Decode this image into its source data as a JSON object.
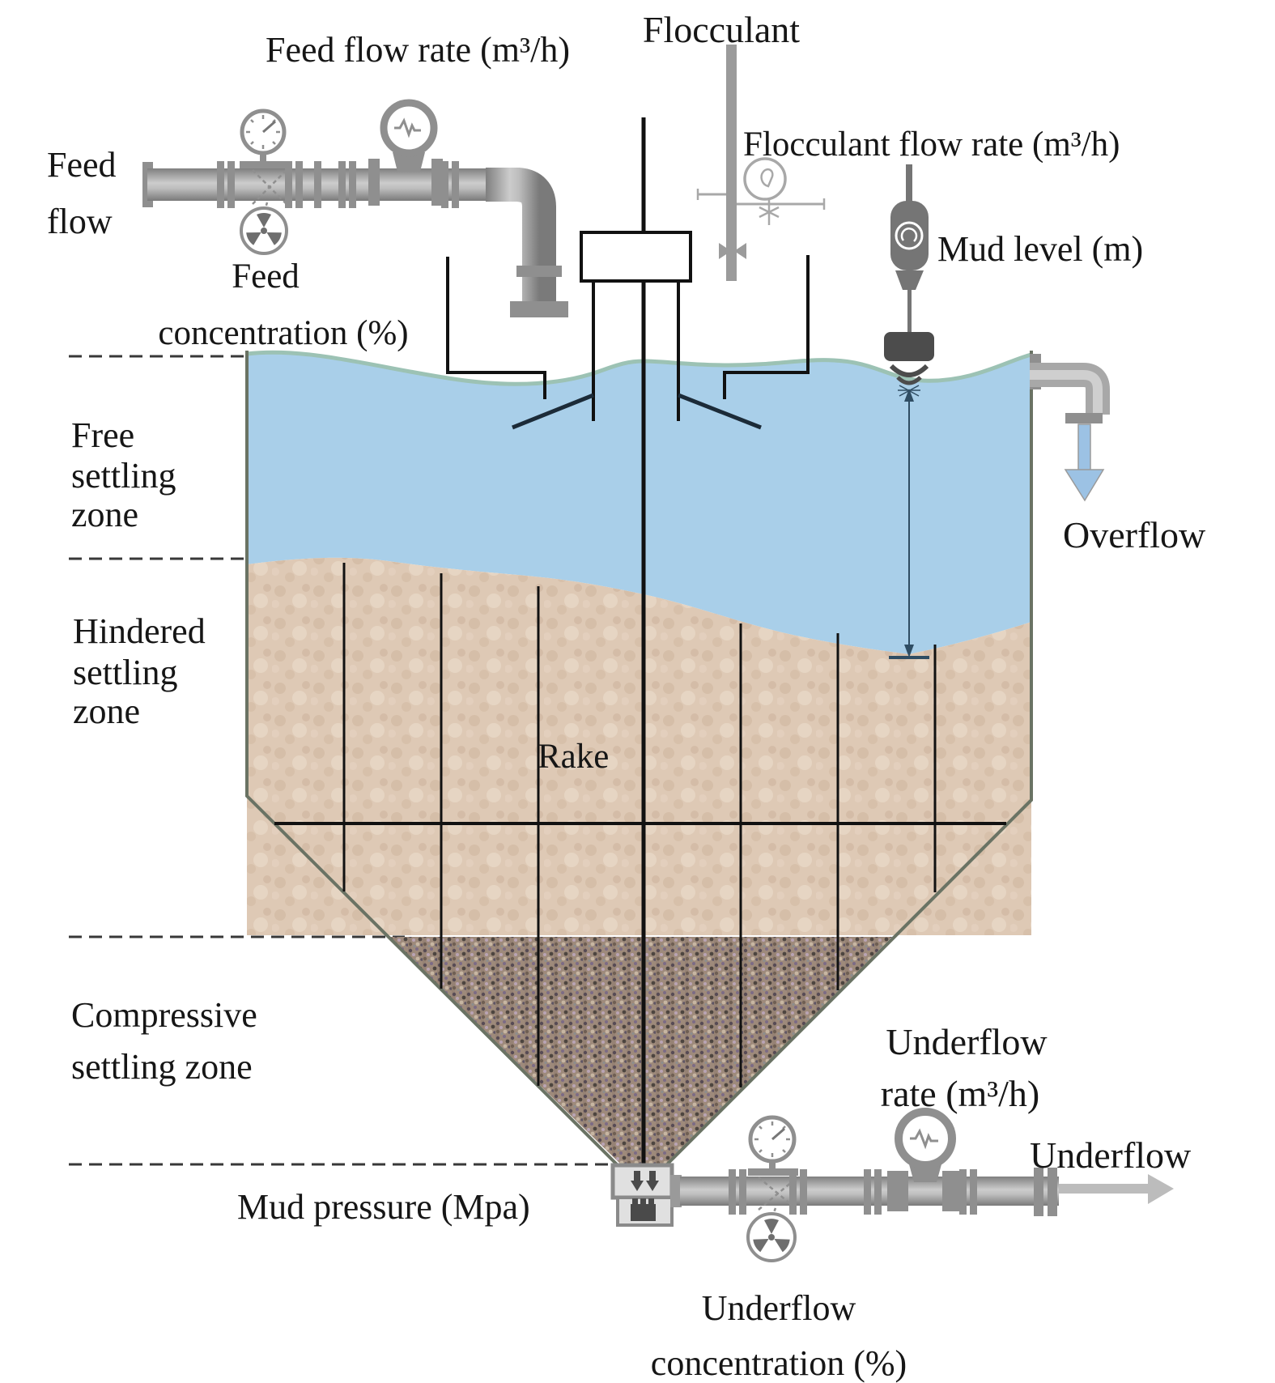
{
  "labels": {
    "feed_flow_rate": "Feed flow rate (m³/h)",
    "flocculant": "Flocculant",
    "flocculant_flow_rate": "Flocculant flow rate (m³/h)",
    "mud_level": "Mud level (m)",
    "feed_flow_l1": "Feed",
    "feed_flow_l2": "flow",
    "feed_conc_l1": "Feed",
    "feed_conc_l2": "concentration (%)",
    "overflow": "Overflow",
    "free_zone_l1": "Free",
    "free_zone_l2": "settling",
    "free_zone_l3": "zone",
    "hindered_zone_l1": "Hindered",
    "hindered_zone_l2": "settling",
    "hindered_zone_l3": "zone",
    "rake": "Rake",
    "compressive_zone_l1": "Compressive",
    "compressive_zone_l2": "settling zone",
    "mud_pressure": "Mud pressure (Mpa)",
    "underflow_rate_l1": "Underflow",
    "underflow_rate_l2": "rate (m³/h)",
    "underflow_stream": "Underflow",
    "underflow_conc_l1": "Underflow",
    "underflow_conc_l2": "concentration (%)"
  },
  "colors": {
    "water": "#a9cfe9",
    "water_crest": "#9cc2b4",
    "mud": "#dec9b5",
    "compressed_mud": "#9e8a7b",
    "vessel_line": "#6a7364",
    "ink": "#161616",
    "pipe": "#919191",
    "instrument": "#8d8d8d",
    "sensor": "#757575",
    "sensor_head": "#4c4c4c",
    "overflow_arrow": "#9cc2e4",
    "underflow_arrow": "#bcbcbc",
    "measure": "#2f4d63"
  },
  "icons": {
    "pressure_gauge": "clock-dial-gauge",
    "flow_meter": "waveform-dial-gauge",
    "density_meter": "radiation-trefoil-gauge",
    "flocculant_meter": "drop-dial-gauge",
    "mud_level_sensor": "ultrasonic-probe",
    "valve": "bowtie-valve",
    "flow_arrow": "triangle-arrow"
  }
}
